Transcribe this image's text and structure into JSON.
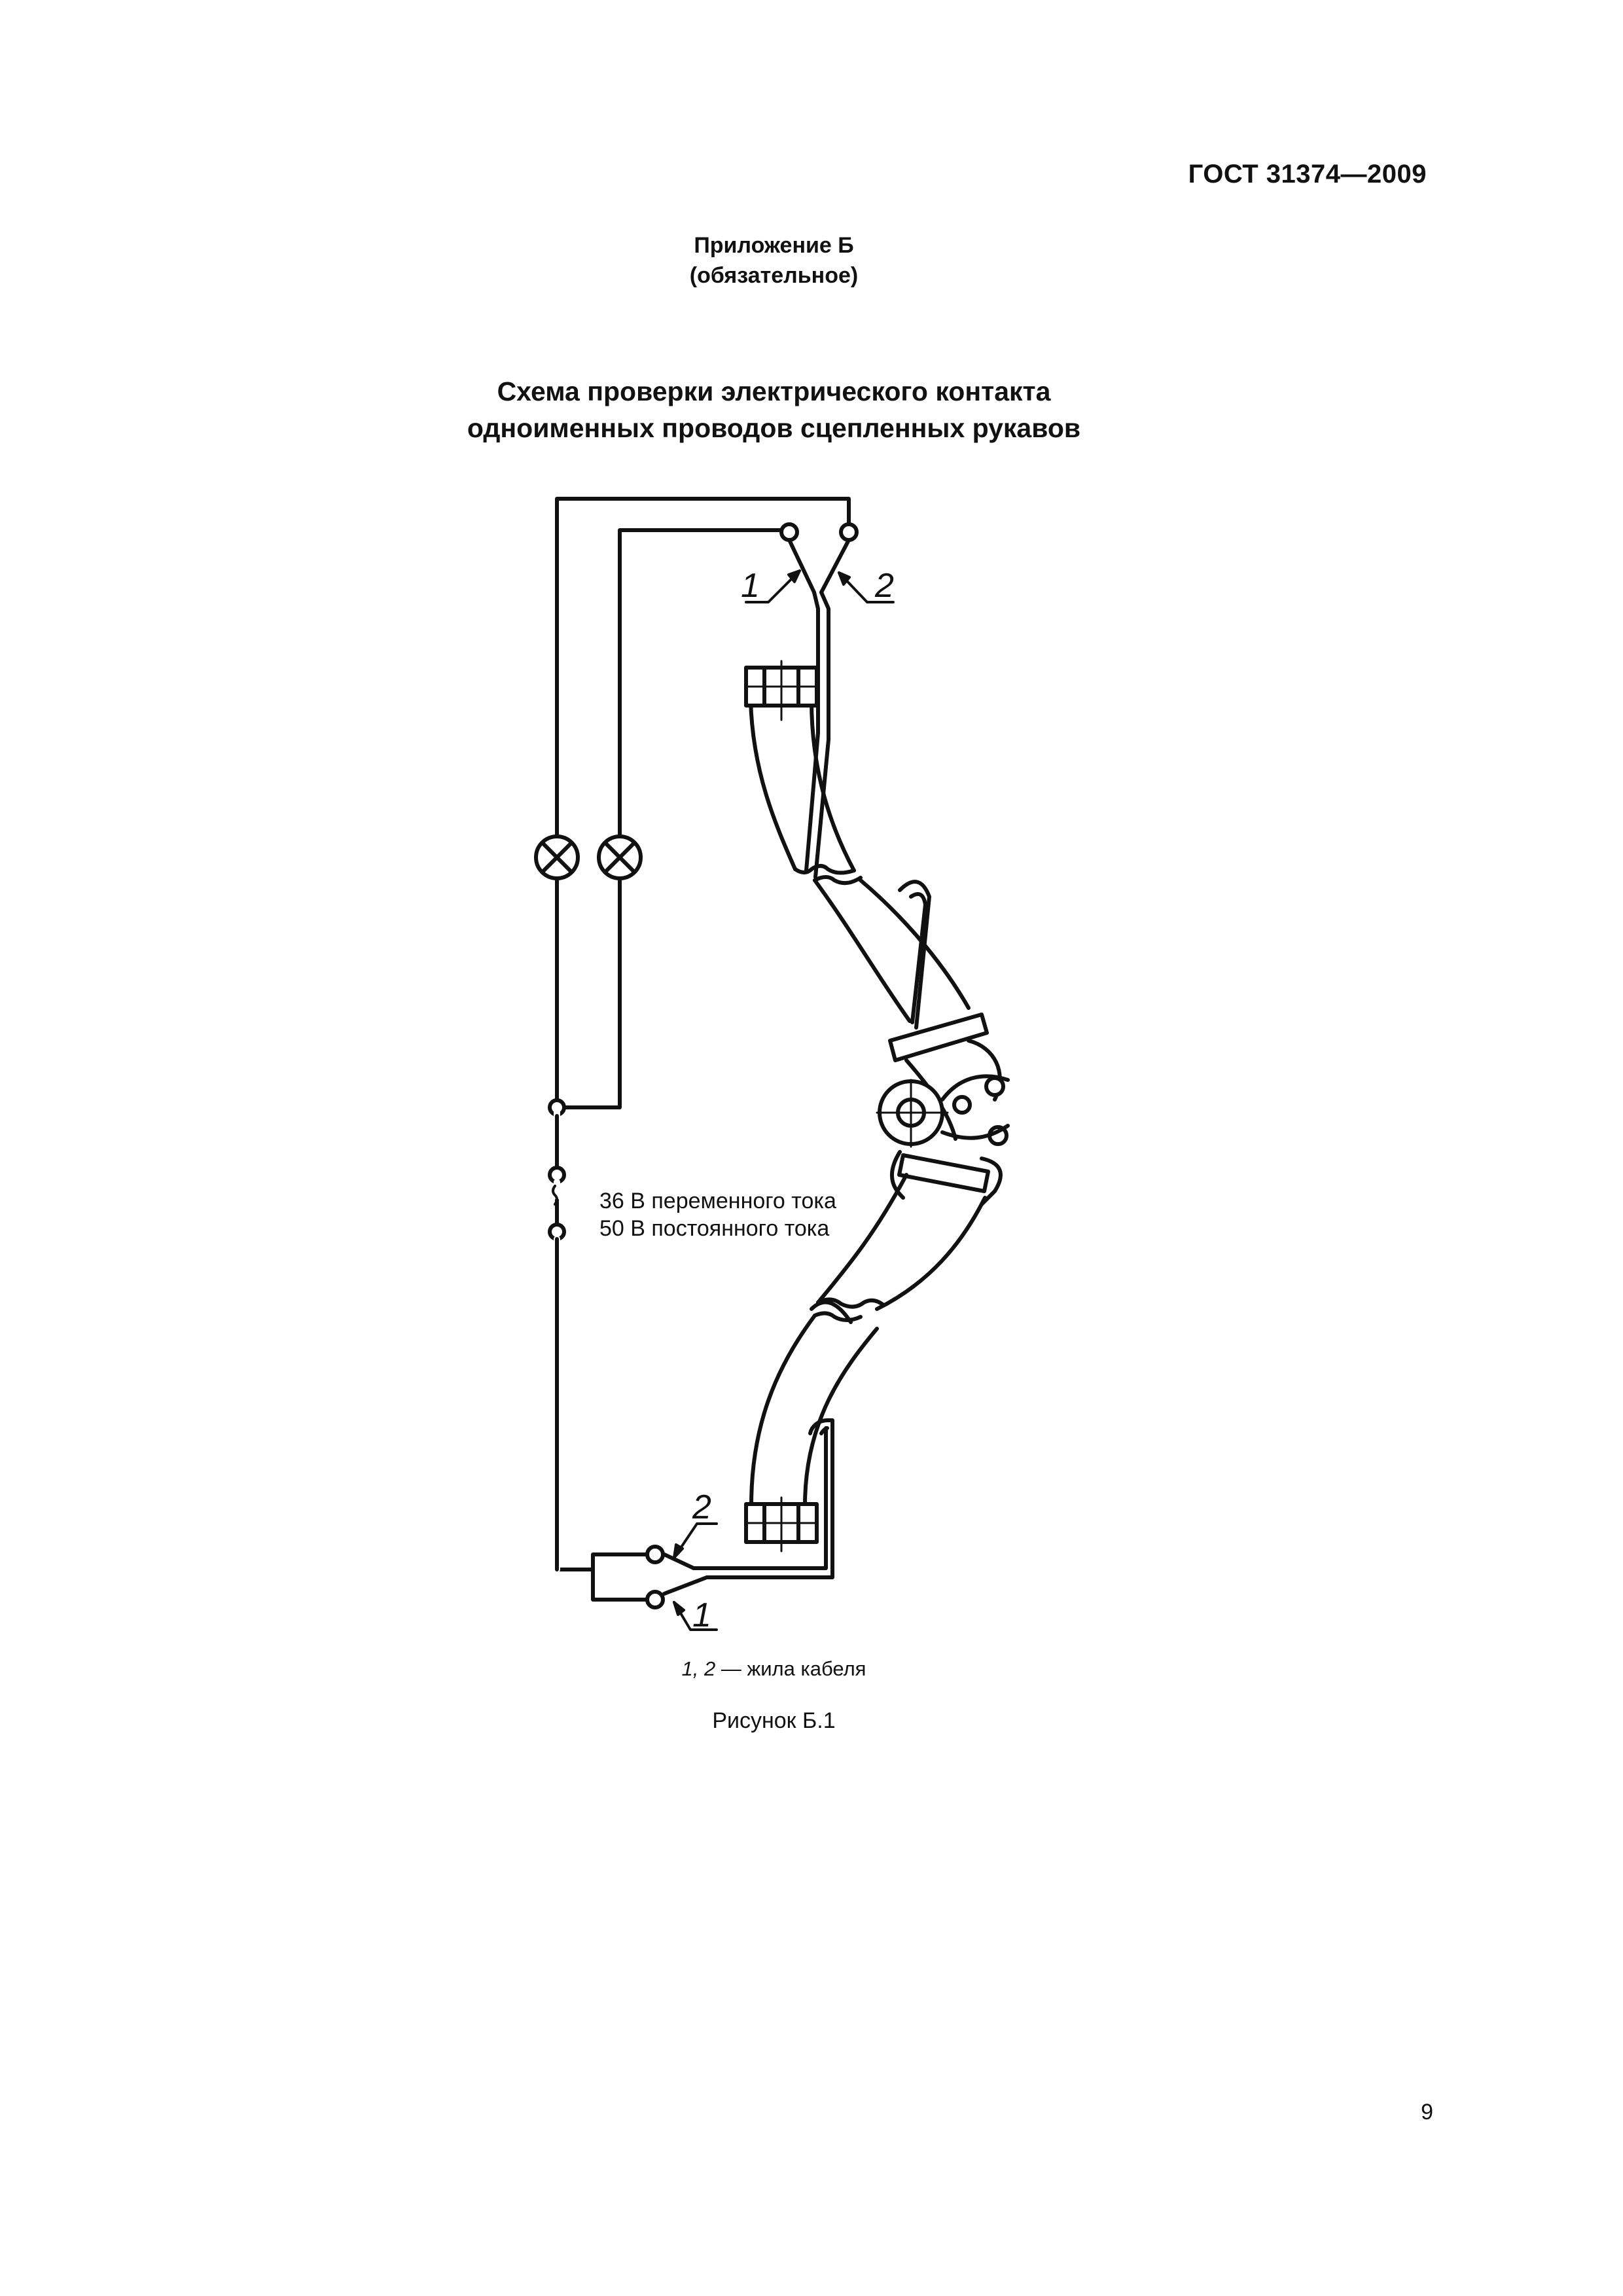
{
  "header": {
    "doc_code": "ГОСТ 31374—2009"
  },
  "annex": {
    "title": "Приложение Б",
    "status": "(обязательное)"
  },
  "figure": {
    "title_line1": "Схема проверки электрического контакта",
    "title_line2": "одноименных проводов сцепленных рукавов",
    "voltage_ac": "36 В переменного тока",
    "voltage_dc": "50 В постоянного тока",
    "callout_top_1": "1",
    "callout_top_2": "2",
    "callout_bottom_2": "2",
    "callout_bottom_1": "1",
    "legend_items": "1, 2",
    "legend_text": " — жила кабеля",
    "caption": "Рисунок Б.1"
  },
  "footer": {
    "page_number": "9"
  },
  "icons": {
    "lamp": "lamp-icon",
    "terminal": "terminal-icon",
    "nut": "hex-nut-icon",
    "coupling": "hose-coupling-icon",
    "power": "power-source-icon"
  }
}
